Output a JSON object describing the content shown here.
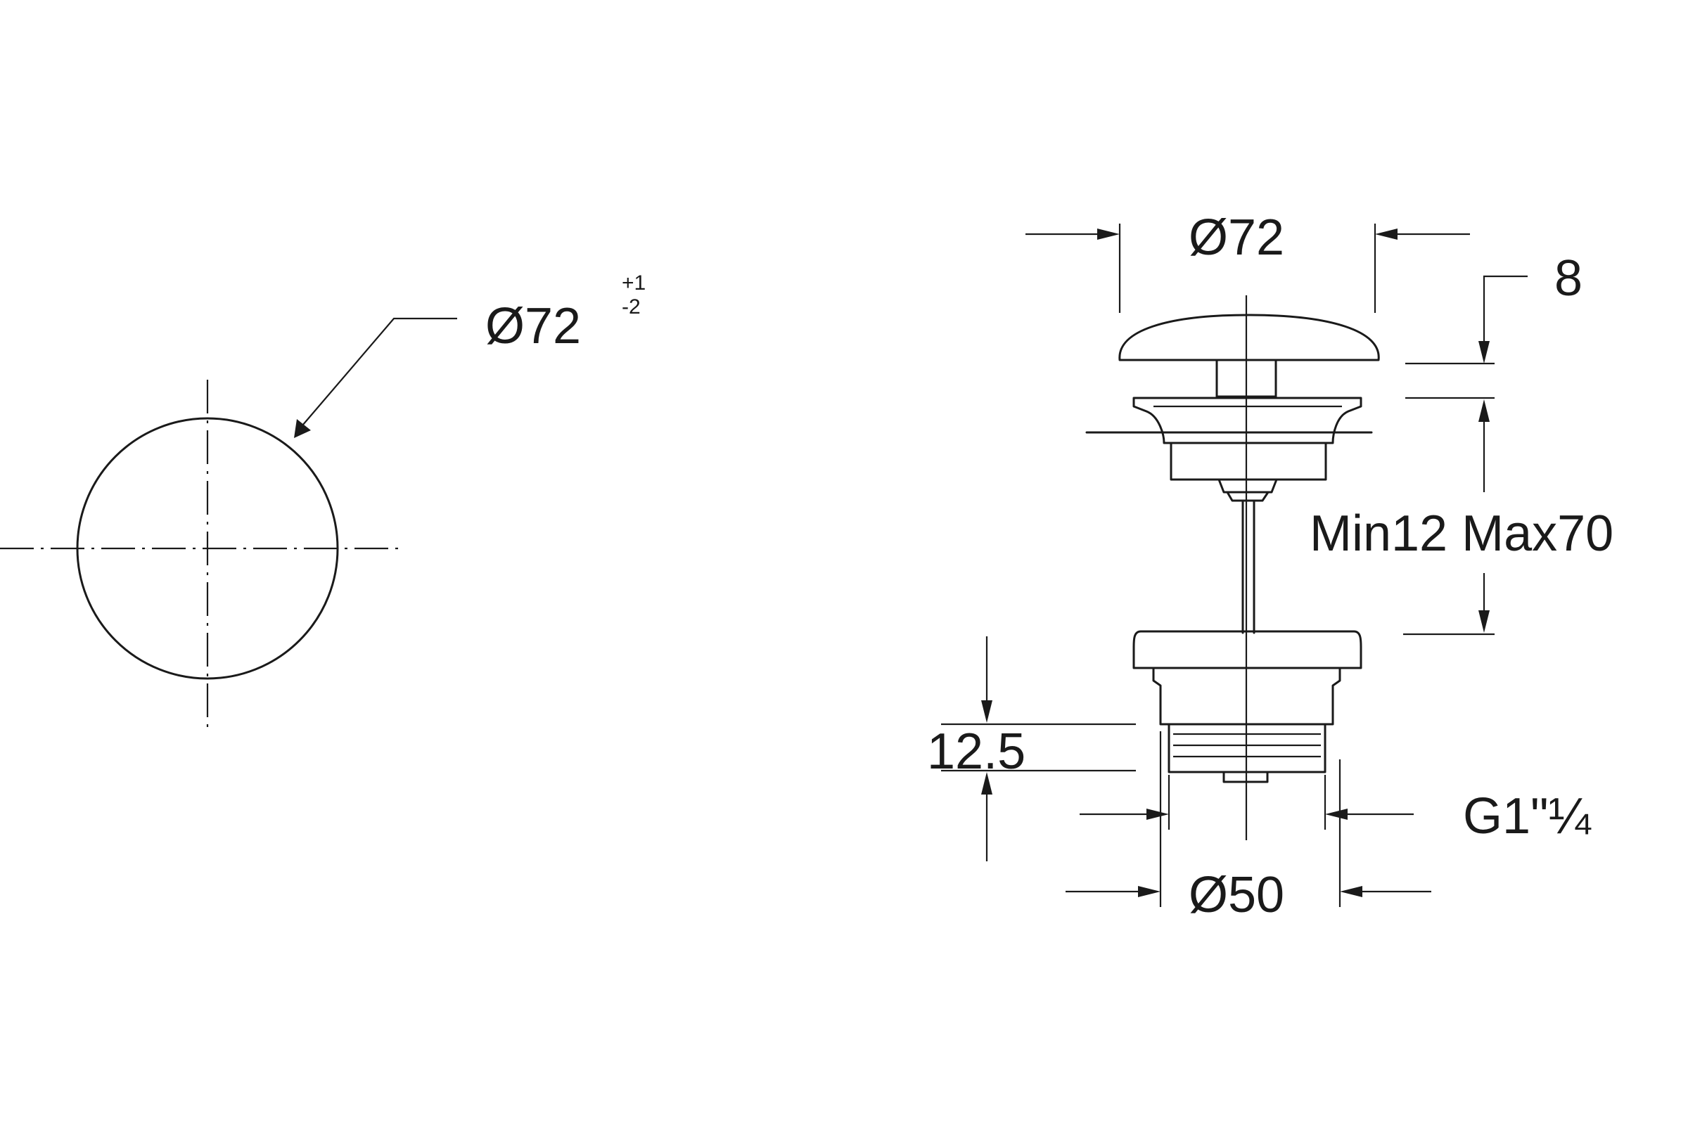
{
  "top_view": {
    "diameter_label": "Ø72",
    "tolerance_upper": "+1",
    "tolerance_lower": "-2"
  },
  "side_view": {
    "cap_diameter_label": "Ø72",
    "cap_thickness_label": "8",
    "range_label": "Min12 Max70",
    "collar_height_label": "12.5",
    "thread_label": "G1\"¼",
    "body_diameter_label": "Ø50"
  }
}
